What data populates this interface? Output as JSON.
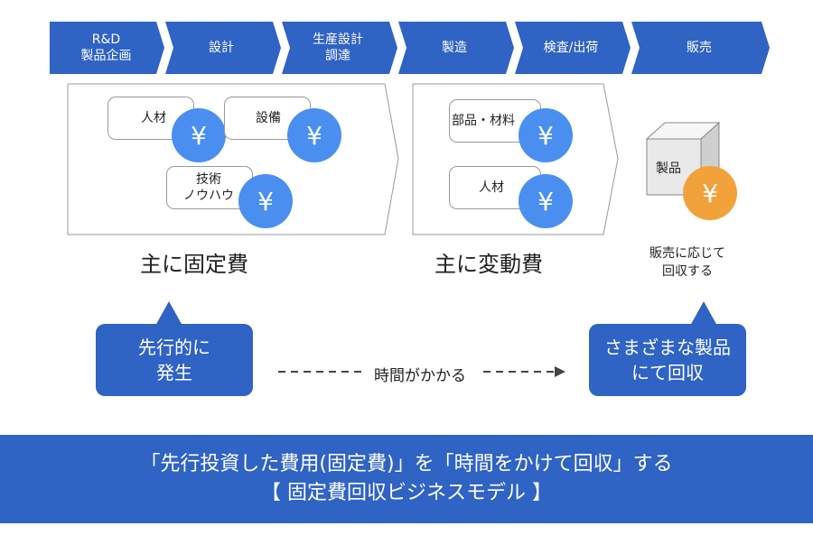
{
  "colors": {
    "primary": "#2f63c4",
    "coin_blue": "#4a8ff0",
    "coin_orange": "#f2a23a"
  },
  "process_steps": [
    {
      "label": "R&D\n製品企画"
    },
    {
      "label": "設計"
    },
    {
      "label": "生産設計\n調達"
    },
    {
      "label": "製造"
    },
    {
      "label": "検査/出荷"
    },
    {
      "label": "販売"
    }
  ],
  "fixed_cost_stage": {
    "items": [
      {
        "label": "人材",
        "icon": "yen-coin-icon"
      },
      {
        "label": "設備",
        "icon": "yen-coin-icon"
      },
      {
        "label": "技術\nノウハウ",
        "icon": "yen-coin-icon"
      }
    ],
    "caption": "主に固定費"
  },
  "variable_cost_stage": {
    "items": [
      {
        "label": "部品・材料",
        "icon": "yen-coin-icon"
      },
      {
        "label": "人材",
        "icon": "yen-coin-icon"
      }
    ],
    "caption": "主に変動費"
  },
  "sales_stage": {
    "product_label": "製品",
    "icon": "yen-coin-icon",
    "caption": "販売に応じて\n回収する"
  },
  "yen_symbol": "¥",
  "callouts": {
    "left": "先行的に\n発生",
    "right": "さまざまな製品\nにて回収",
    "timeline_label": "時間がかかる"
  },
  "footer": {
    "line1": "「先行投資した費用(固定費)」を「時間をかけて回収」する",
    "line2": "【 固定費回収ビジネスモデル 】"
  }
}
